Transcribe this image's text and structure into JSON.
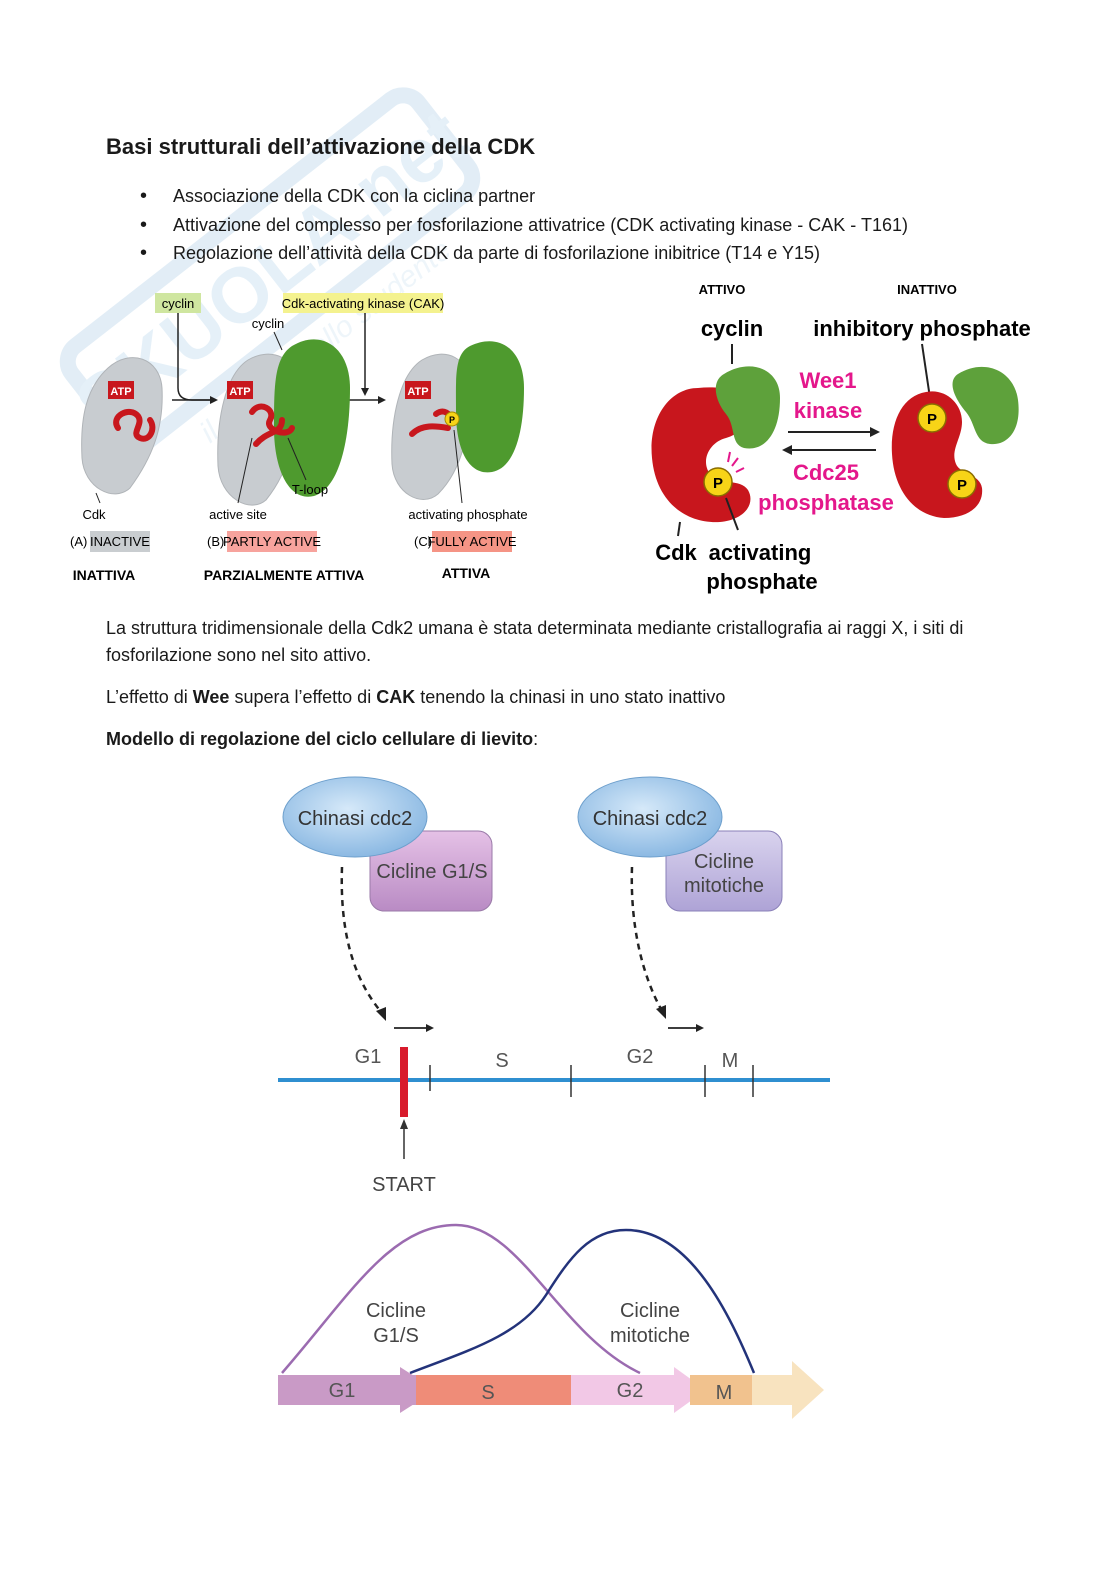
{
  "document": {
    "heading": "Basi strutturali dell’attivazione della CDK",
    "bullets": [
      "Associazione della CDK con la ciclina partner",
      "Attivazione del complesso per fosforilazione attivatrice (CDK activating kinase - CAK - T161)",
      "Regolazione dell’attività della CDK da parte di fosforilazione inibitrice (T14 e Y15)"
    ],
    "para1": "La struttura tridimensionale della Cdk2 umana è stata determinata mediante cristallografia ai raggi X, i siti di fosforilazione sono nel sito attivo.",
    "para2": {
      "prefix": "L’effetto di ",
      "wee": "Wee",
      "middle": " supera l’effetto di ",
      "cak": "CAK",
      "suffix": " tenendo la chinasi in uno stato inattivo"
    },
    "para3": {
      "bold": "Modello di regolazione del ciclo cellulare di lievito",
      "suffix": ":"
    }
  },
  "watermark": {
    "text": "SKUOLA.net",
    "tagline": "il portale dello studente"
  },
  "figure_cdk_states": {
    "cyclin_label": "cyclin",
    "cak_label": "Cdk-activating kinase (CAK)",
    "cyclin_small": "cyclin",
    "atp": "ATP",
    "cdk_label": "Cdk",
    "active_site": "active site",
    "tloop": "T-loop",
    "activating_phosphate": "activating phosphate",
    "p": "P",
    "states": [
      {
        "letter": "(A)",
        "status": "INACTIVE",
        "italian": "INATTIVA"
      },
      {
        "letter": "(B)",
        "status": "PARTLY ACTIVE",
        "italian": "PARZIALMENTE ATTIVA"
      },
      {
        "letter": "(C)",
        "status": "FULLY ACTIVE",
        "italian": "ATTIVA"
      }
    ],
    "colors": {
      "inactive_tag": "#c9cdd0",
      "partly_tag": "#f7a39d",
      "fully_tag": "#f59485",
      "cyclin": "#4e9a2e",
      "cdk": "#c8ccd0",
      "atp": "#c8171d"
    }
  },
  "figure_wee1": {
    "attivo": "ATTIVO",
    "inattivo": "INATTIVO",
    "cyclin": "cyclin",
    "inhibitory_phosphate": "inhibitory phosphate",
    "wee1_line1": "Wee1",
    "wee1_line2": "kinase",
    "cdc25_line1": "Cdc25",
    "cdc25_line2": "phosphatase",
    "cdk": "Cdk",
    "activating_line1": "activating",
    "activating_line2": "phosphate",
    "p": "P",
    "colors": {
      "cdk": "#c8161d",
      "cyclin": "#5ea13b",
      "enzyme_text": "#e4178b",
      "phosphate": "#f7d417"
    }
  },
  "figure_yeast_cycle": {
    "complex_left": {
      "kinase": "Chinasi cdc2",
      "cyclin": "Cicline G1/S"
    },
    "complex_right": {
      "kinase": "Chinasi cdc2",
      "cyclin_line1": "Cicline",
      "cyclin_line2": "mitotiche"
    },
    "phases": [
      "G1",
      "S",
      "G2",
      "M"
    ],
    "start": "START",
    "curve_left": {
      "line1": "Cicline",
      "line2": "G1/S"
    },
    "curve_right": {
      "line1": "Cicline",
      "line2": "mitotiche"
    },
    "colors": {
      "timeline": "#2f8fd0",
      "start_bar": "#d81b2c",
      "g1s_curve": "#9b6bb0",
      "mitotic_curve": "#23337a",
      "g1": "#c99ac6",
      "s": "#ef8c78",
      "g2": "#f2c8e6",
      "m": "#f1c28e"
    }
  }
}
